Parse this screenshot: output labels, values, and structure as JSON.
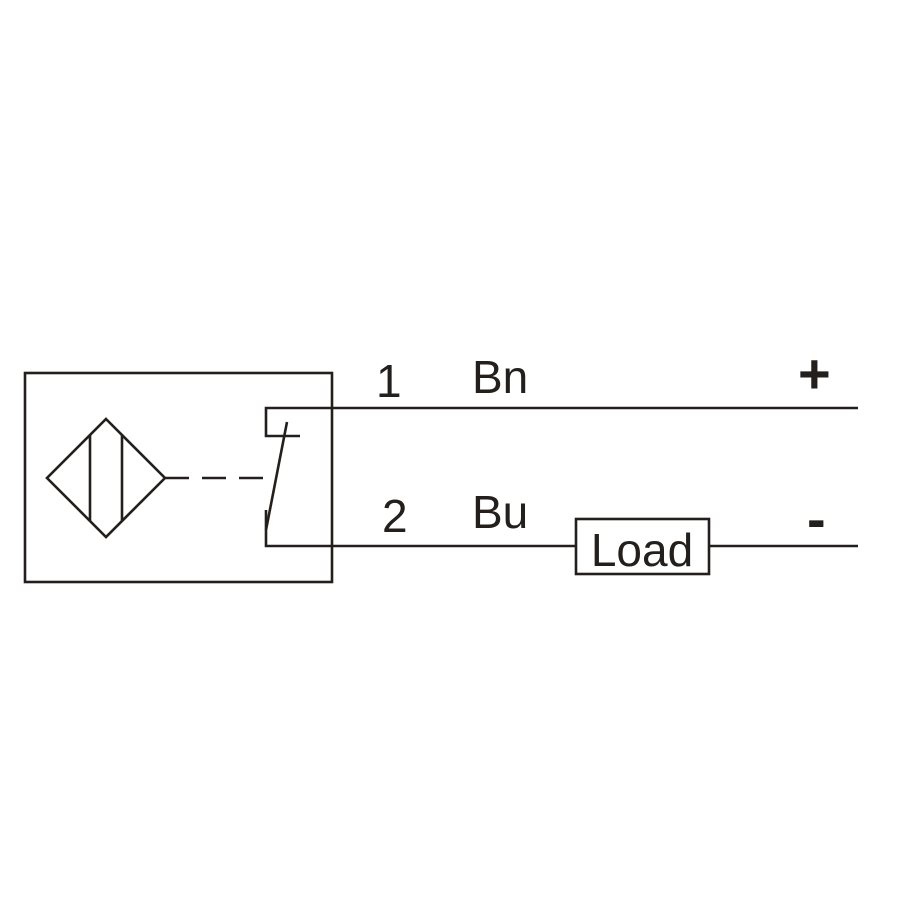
{
  "wire_top": {
    "pin": "1",
    "color_code": "Bn",
    "polarity": "+"
  },
  "wire_bottom": {
    "pin": "2",
    "color_code": "Bu",
    "polarity": "-"
  },
  "load": {
    "label": "Load"
  },
  "colors": {
    "ink": "#231f1c",
    "background": "#ffffff"
  },
  "icons": {
    "sensor": "inductive-sensor-diamond-icon",
    "switch": "normally-open-switch-icon"
  }
}
